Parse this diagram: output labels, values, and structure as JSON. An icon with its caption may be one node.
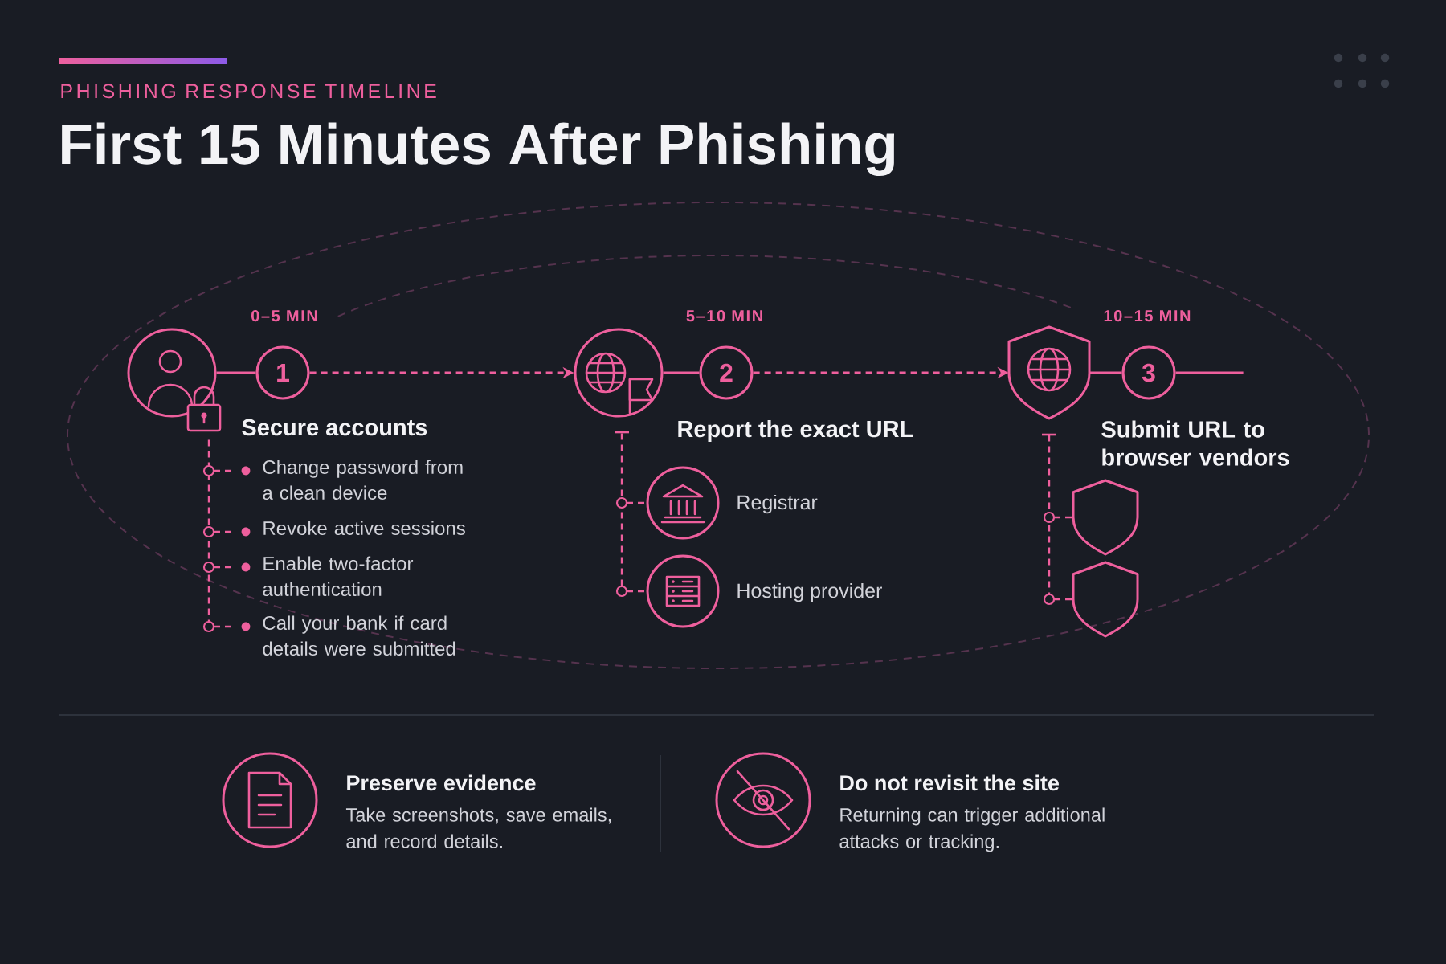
{
  "diagram": {
    "title": "First 15 Minutes After Phishing",
    "nodes": [
      {
        "text": [],
        "shape": "circle"
      },
      {
        "text": [
          "1"
        ],
        "beside": [
          "0–5 MIN",
          "Secure accounts"
        ]
      },
      {
        "text": [],
        "shape": "circle"
      },
      {
        "text": [
          "2"
        ],
        "beside": [
          "5–10 MIN",
          "Report the exact URL"
        ]
      },
      {
        "text": [],
        "shape": "shield"
      },
      {
        "text": [
          "3"
        ],
        "beside": [
          "10–15 MIN",
          "Submit URL to browser vendors"
        ]
      },
      {
        "text": [
          "Change password from a clean device"
        ]
      },
      {
        "text": [
          "Revoke active sessions"
        ]
      },
      {
        "text": [
          "Enable two-factor authentication"
        ]
      },
      {
        "text": [
          "Call your bank if card details were submitted"
        ]
      },
      {
        "text": [],
        "shape": "circle",
        "beside": [
          "Registrar"
        ]
      },
      {
        "text": [],
        "shape": "circle",
        "beside": [
          "Hosting provider"
        ]
      },
      {
        "text": [],
        "shape": "shield"
      },
      {
        "text": [],
        "shape": "shield"
      },
      {
        "text": [],
        "shape": "circle",
        "beside": [
          "Preserve evidence",
          "Take screenshots, save emails, and record details."
        ]
      },
      {
        "text": [],
        "shape": "circle",
        "beside": [
          "Do not revisit the site",
          "Returning can trigger additional attacks or tracking."
        ]
      }
    ],
    "edges": [
      {
        "from": 0,
        "to": 1,
        "arrow": "none"
      },
      {
        "from": 1,
        "to": 2,
        "arrow": "to",
        "style": "dashed"
      },
      {
        "from": 2,
        "to": 3,
        "arrow": "none"
      },
      {
        "from": 3,
        "to": 4,
        "arrow": "to",
        "style": "dashed"
      },
      {
        "from": 4,
        "to": 5,
        "arrow": "none"
      },
      {
        "from": 5,
        "to": null,
        "arrow": "none"
      },
      {
        "from": 0,
        "to": 6,
        "arrow": "none",
        "style": "dashed"
      },
      {
        "from": 0,
        "to": 7,
        "arrow": "none",
        "style": "dashed"
      },
      {
        "from": 0,
        "to": 8,
        "arrow": "none",
        "style": "dashed"
      },
      {
        "from": 0,
        "to": 9,
        "arrow": "none",
        "style": "dashed"
      },
      {
        "from": 2,
        "to": 10,
        "arrow": "none",
        "style": "dashed"
      },
      {
        "from": 2,
        "to": 11,
        "arrow": "none",
        "style": "dashed"
      },
      {
        "from": 4,
        "to": 12,
        "arrow": "none",
        "style": "dashed"
      },
      {
        "from": 4,
        "to": 13,
        "arrow": "none",
        "style": "dashed"
      }
    ],
    "labels": [
      "PHISHING RESPONSE TIMELINE"
    ]
  }
}
